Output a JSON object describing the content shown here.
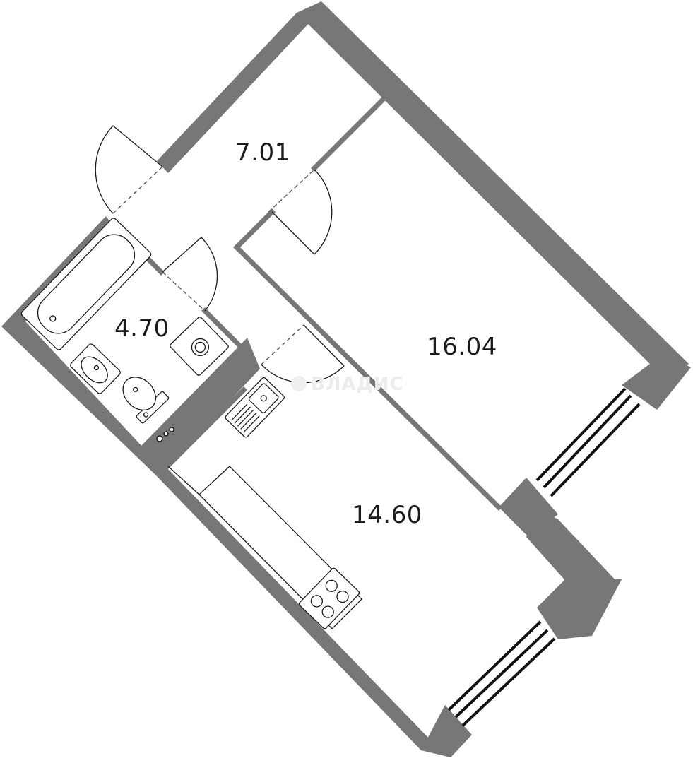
{
  "plan": {
    "rooms": [
      {
        "id": "hallway",
        "area": "7.01"
      },
      {
        "id": "bathroom",
        "area": "4.70"
      },
      {
        "id": "bedroom",
        "area": "16.04"
      },
      {
        "id": "kitchen",
        "area": "14.60"
      }
    ],
    "watermark": "ВЛАДИС",
    "colors": {
      "wall": "#777777",
      "line": "#1a1a1a",
      "window": "#111111"
    }
  }
}
